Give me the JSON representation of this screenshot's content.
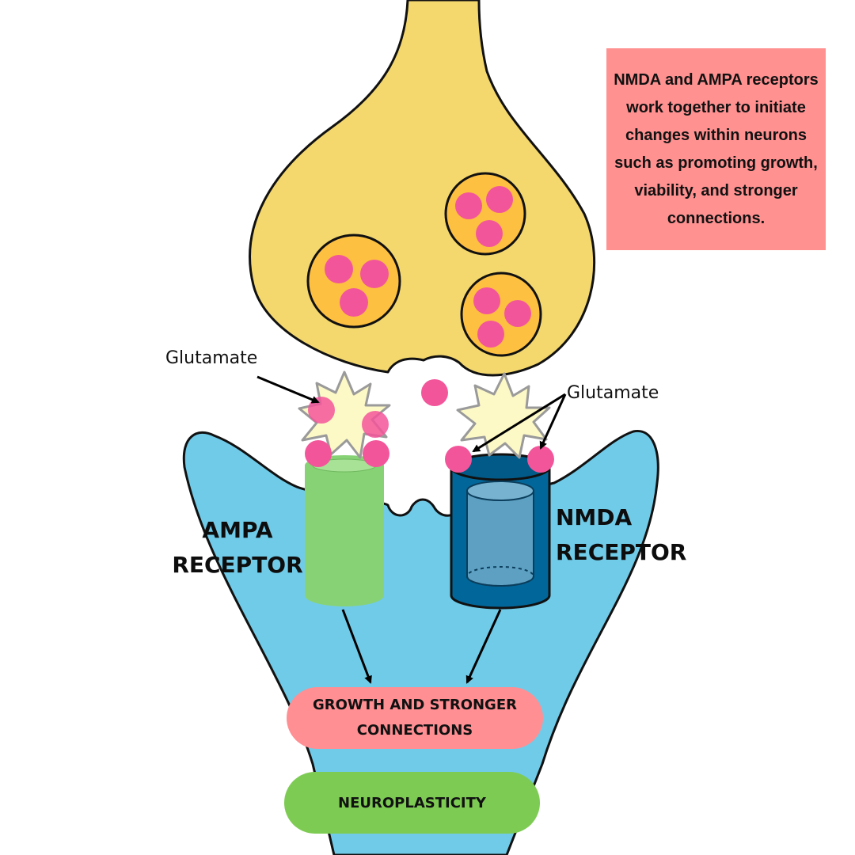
{
  "info_text": "NMDA and AMPA receptors work together to initiate changes within neurons such as promoting growth, viability, and stronger connections.",
  "labels": {
    "ampa_receptor": "AMPA\nRECEPTOR",
    "nmda_receptor": "NMDA\nRECEPTOR",
    "glutamate_left": "Glutamate",
    "glutamate_right": "Glutamate"
  },
  "outcomes": {
    "growth": "GROWTH AND STRONGER CONNECTIONS",
    "neuroplasticity": "NEUROPLASTICITY"
  },
  "colors": {
    "presynaptic": "#f4d86e",
    "vesicle": "#fec041",
    "neurotransmitter": "#f3559a",
    "postsynaptic": "#70cbe8",
    "ampa": "#88d276",
    "nmda_outer": "#01679a",
    "nmda_inner": "#5ea0c2",
    "spark": "#fdf9c6",
    "info_box": "#ff9191",
    "growth_pill": "#ff8f93",
    "neuro_pill": "#7ecb54"
  }
}
